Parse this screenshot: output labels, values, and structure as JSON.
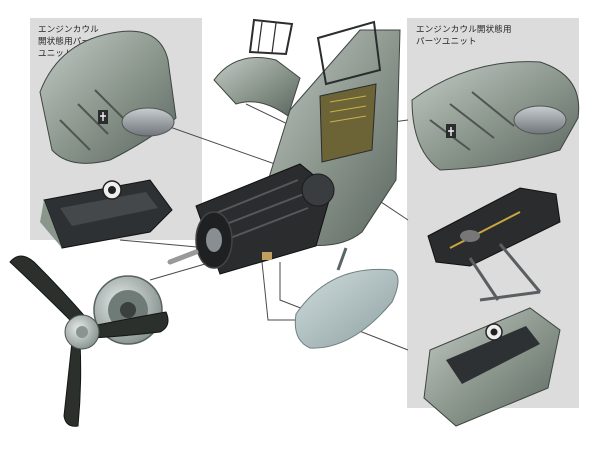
{
  "left_panel": {
    "caption_lines": [
      "エンジンカウル",
      "開状態用パーツ",
      "ユニット"
    ]
  },
  "right_panel": {
    "caption_lines": [
      "エンジンカウル開状態用",
      "パーツユニット"
    ]
  },
  "colors": {
    "panel_bg": "#dcdcdc",
    "camo_dark": "#5f6a62",
    "camo_mid": "#8a958c",
    "camo_light": "#b9c1bb",
    "engine_black": "#2a2c2e",
    "metal": "#9aa0a4",
    "drop_tank": "#a9b8b9",
    "leader_line": "#4a4a4a"
  },
  "icons": [
    "propeller-icon",
    "spinner-icon",
    "drop-tank-icon",
    "canopy-icon"
  ]
}
